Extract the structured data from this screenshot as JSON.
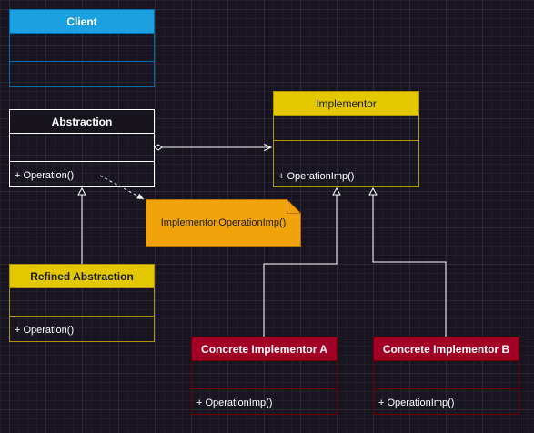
{
  "colors": {
    "client_fill": "#1ba1e2",
    "client_stroke": "#006eaf",
    "white_stroke": "#ffffff",
    "abstraction_header": "#18141d",
    "yellow_fill": "#e3c800",
    "yellow_stroke": "#b09500",
    "red_fill": "#a20025",
    "red_stroke": "#6f0000",
    "note_fill": "#f0a30a",
    "note_stroke": "#bd7000",
    "connector": "#ffffff"
  },
  "classes": {
    "client": {
      "name": "Client"
    },
    "abstraction": {
      "name": "Abstraction",
      "operation": "+ Operation()"
    },
    "implementor": {
      "name": "Implementor",
      "operation": "+ OperationImp()"
    },
    "refined_abstraction": {
      "name": "Refined Abstraction",
      "operation": "+ Operation()"
    },
    "concrete_a": {
      "name": "Concrete Implementor A",
      "operation": "+ OperationImp()"
    },
    "concrete_b": {
      "name": "Concrete Implementor B",
      "operation": "+ OperationImp()"
    }
  },
  "note": {
    "text": "Implementor.OperationImp()"
  },
  "connectors": [
    {
      "id": "aggregation",
      "from": "abstraction",
      "to": "implementor",
      "kind": "aggregation"
    },
    {
      "id": "note-link",
      "from": "abstraction",
      "to": "note",
      "kind": "dashed"
    },
    {
      "id": "refined-inherits",
      "from": "refined_abstraction",
      "to": "abstraction",
      "kind": "inheritance"
    },
    {
      "id": "concrete-a-inherits",
      "from": "concrete_a",
      "to": "implementor",
      "kind": "inheritance"
    },
    {
      "id": "concrete-b-inherits",
      "from": "concrete_b",
      "to": "implementor",
      "kind": "inheritance"
    }
  ]
}
